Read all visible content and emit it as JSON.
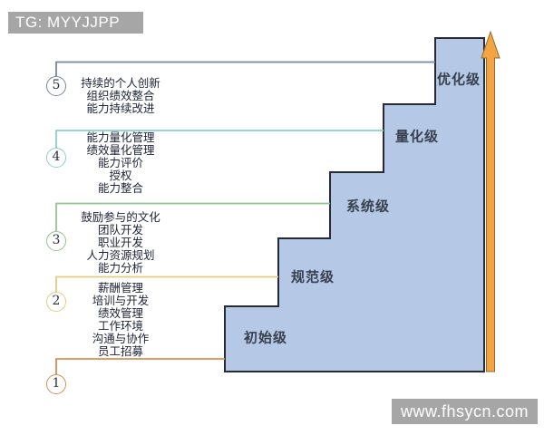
{
  "watermarks": {
    "top": "TG: MYYJJPP",
    "bottom": "www.fhsycn.com"
  },
  "colors": {
    "staircase_fill": "#b5c9e7",
    "staircase_border": "#262b35",
    "arrow_fill": "#f4a441",
    "arrow_border": "#8c6d33",
    "watermark_bg": "#a6a6a6",
    "level_1_line": "#d98d54",
    "level_2_line": "#e0cf7f",
    "level_3_line": "#93c493",
    "level_4_line": "#8ad0cd",
    "level_5_line": "#76889f"
  },
  "levels": [
    {
      "num": "1",
      "step_label": "初始级",
      "items": []
    },
    {
      "num": "2",
      "step_label": "规范级",
      "items": [
        "薪酬管理",
        "培训与开发",
        "绩效管理",
        "工作环境",
        "沟通与协作",
        "员工招募"
      ]
    },
    {
      "num": "3",
      "step_label": "系统级",
      "items": [
        "鼓励参与的文化",
        "团队开发",
        "职业开发",
        "人力资源规划",
        "能力分析"
      ]
    },
    {
      "num": "4",
      "step_label": "量化级",
      "items": [
        "能力量化管理",
        "绩效量化管理",
        "能力评价",
        "授权",
        "能力整合"
      ]
    },
    {
      "num": "5",
      "step_label": "优化级",
      "items": [
        "持续的个人创新",
        "组织绩效整合",
        "能力持续改进"
      ]
    }
  ]
}
